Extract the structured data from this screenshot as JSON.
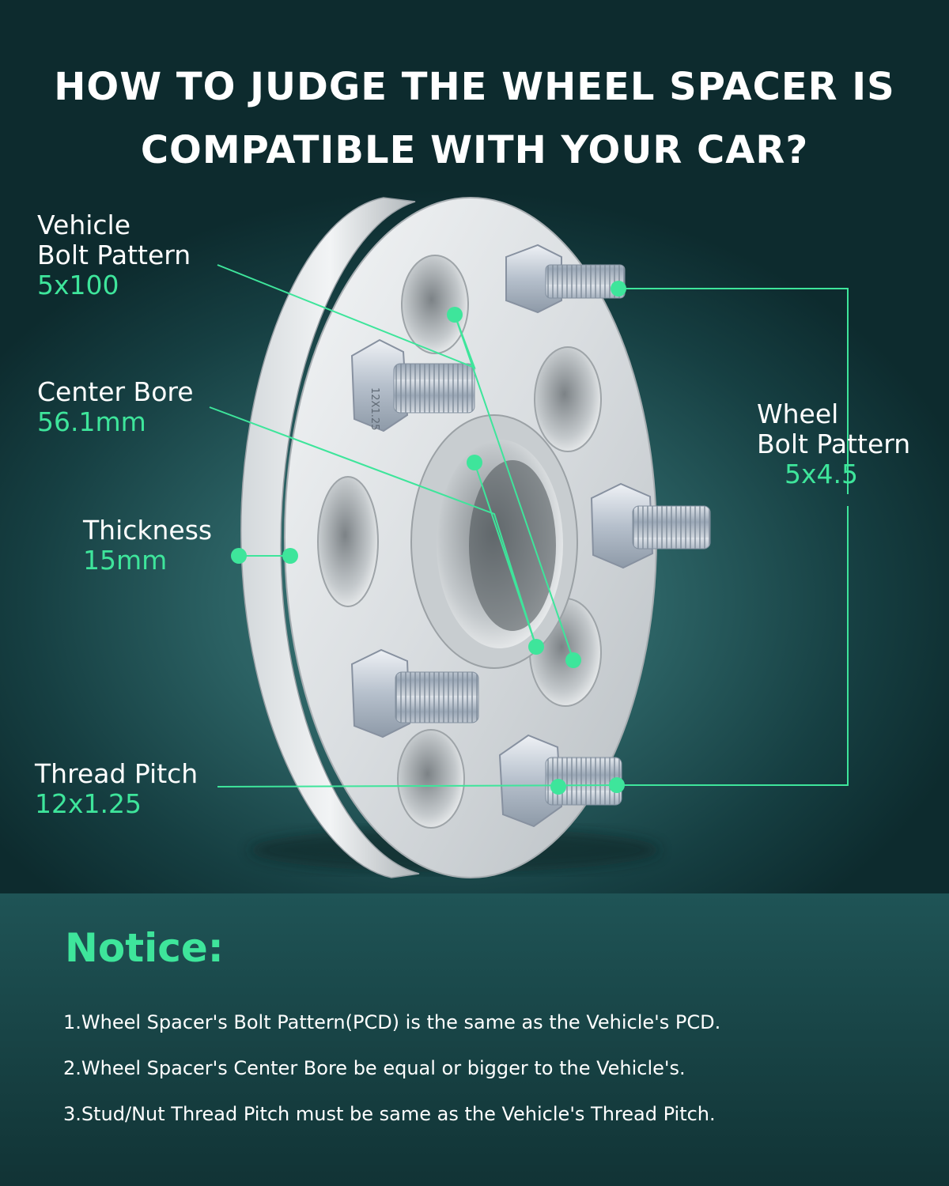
{
  "title": {
    "line1": "HOW TO JUDGE THE WHEEL SPACER IS",
    "line2": "COMPATIBLE WITH YOUR CAR?"
  },
  "specs": {
    "vehicle_bolt_pattern": {
      "name_line1": "Vehicle",
      "name_line2": "Bolt Pattern",
      "value": "5x100"
    },
    "center_bore": {
      "name": "Center Bore",
      "value": "56.1mm"
    },
    "thickness": {
      "name": "Thickness",
      "value": "15mm"
    },
    "thread_pitch": {
      "name": "Thread Pitch",
      "value": "12x1.25"
    },
    "wheel_bolt_pattern": {
      "name_line1": "Wheel",
      "name_line2": "Bolt Pattern",
      "value": "5x4.5"
    }
  },
  "stud_marking": "12X1.25",
  "notice": {
    "title": "Notice:",
    "items": [
      "1.Wheel Spacer's Bolt Pattern(PCD) is the same as the Vehicle's PCD.",
      "2.Wheel Spacer's Center Bore be equal or bigger to the Vehicle's.",
      "3.Stud/Nut Thread Pitch must be same as the Vehicle's Thread Pitch."
    ]
  },
  "colors": {
    "accent": "#3ee59b",
    "background": "#1d4a4c",
    "text": "#ffffff"
  }
}
